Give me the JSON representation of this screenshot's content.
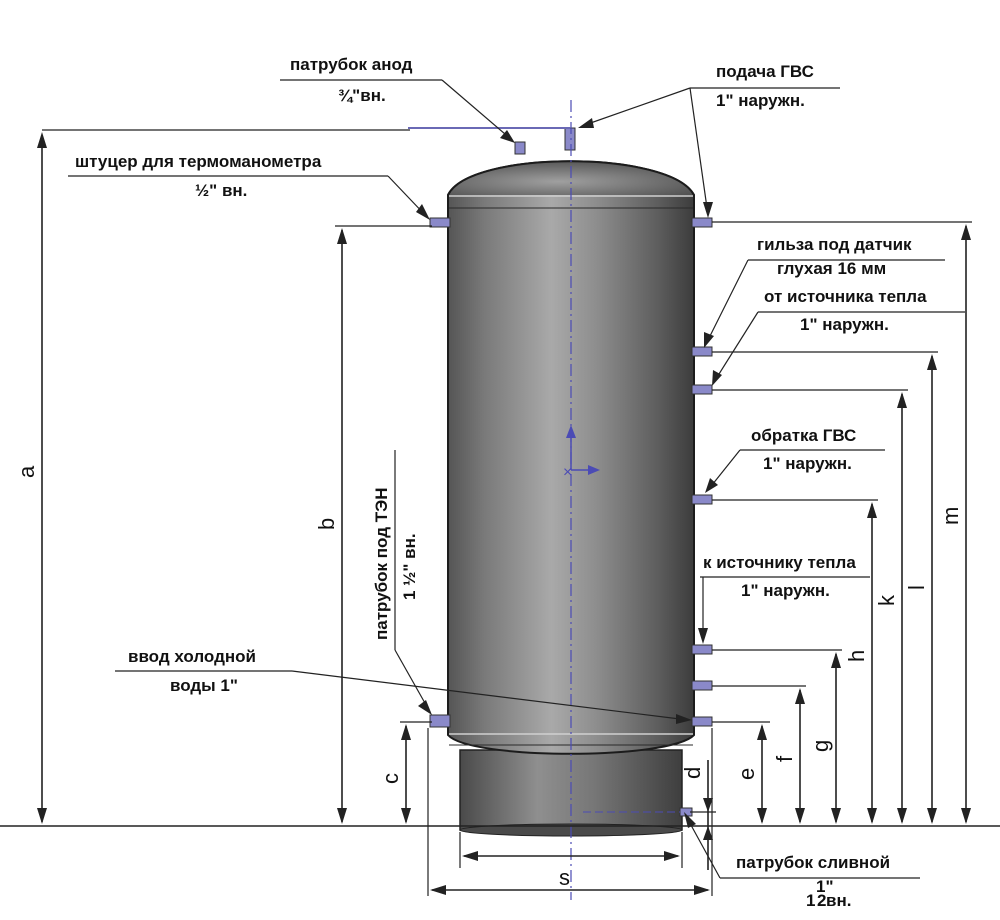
{
  "labels": {
    "anode": [
      "патрубок анод",
      "¾\"вн."
    ],
    "hot_supply": [
      "подача ГВС",
      "1\" наружн."
    ],
    "thermo": [
      "штуцер для термоманометра",
      "½\" вн."
    ],
    "sleeve": [
      "гильза под датчик",
      "глухая 16 мм"
    ],
    "from_heat": [
      "от источника тепла",
      "1\" наружн."
    ],
    "return_dhw": [
      "обратка ГВС",
      "1\" наружн."
    ],
    "to_heat": [
      "к источнику тепла",
      "1\" наружн."
    ],
    "cold_in": [
      "ввод холодной",
      "воды 1\""
    ],
    "heater": [
      "патрубок под  ТЭН",
      "1 ½\" вн."
    ],
    "drain": [
      "патрубок сливной",
      "1\"",
      "1",
      "2",
      "вн."
    ]
  },
  "dims": {
    "a": "a",
    "b": "b",
    "c": "c",
    "d": "d",
    "e": "e",
    "f": "f",
    "g": "g",
    "h": "h",
    "k": "k",
    "l": "l",
    "m": "m",
    "s": "s"
  },
  "colors": {
    "tank_dark": "#3b3b3b",
    "tank_mid": "#7d7d7d",
    "tank_light": "#b9b9b9",
    "nozzle": "#8a89c9",
    "centerline": "#4b4bb5"
  }
}
